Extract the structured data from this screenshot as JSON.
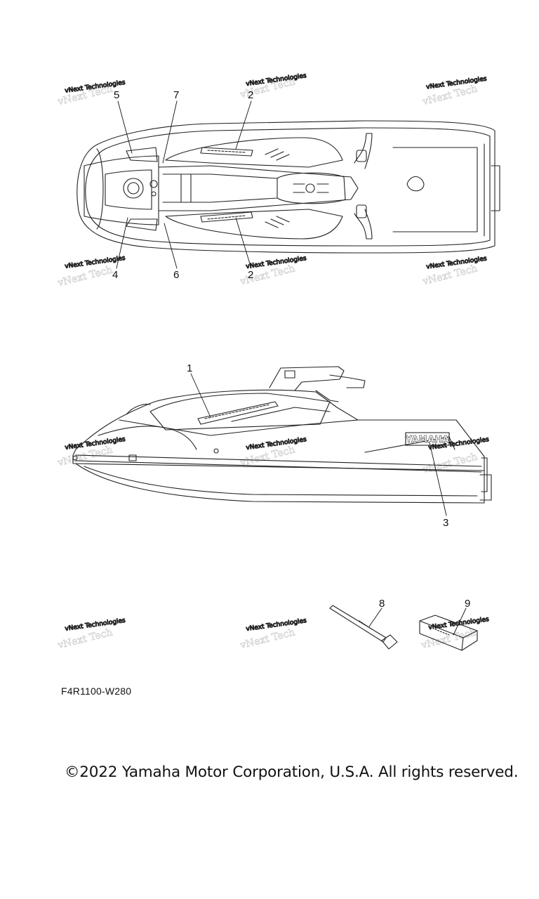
{
  "diagram": {
    "top_view": {
      "callouts": [
        "5",
        "7",
        "2",
        "4",
        "6",
        "2"
      ]
    },
    "side_view": {
      "callouts": [
        "1",
        "3"
      ],
      "hull_decal_text": "YAMAHA"
    },
    "parts_view": {
      "callouts": [
        "8",
        "9"
      ]
    }
  },
  "watermark": {
    "text": "vNext Technologies"
  },
  "drawing_code": "F4R1100-W280",
  "copyright": "©2022 Yamaha Motor Corporation, U.S.A. All rights reserved."
}
